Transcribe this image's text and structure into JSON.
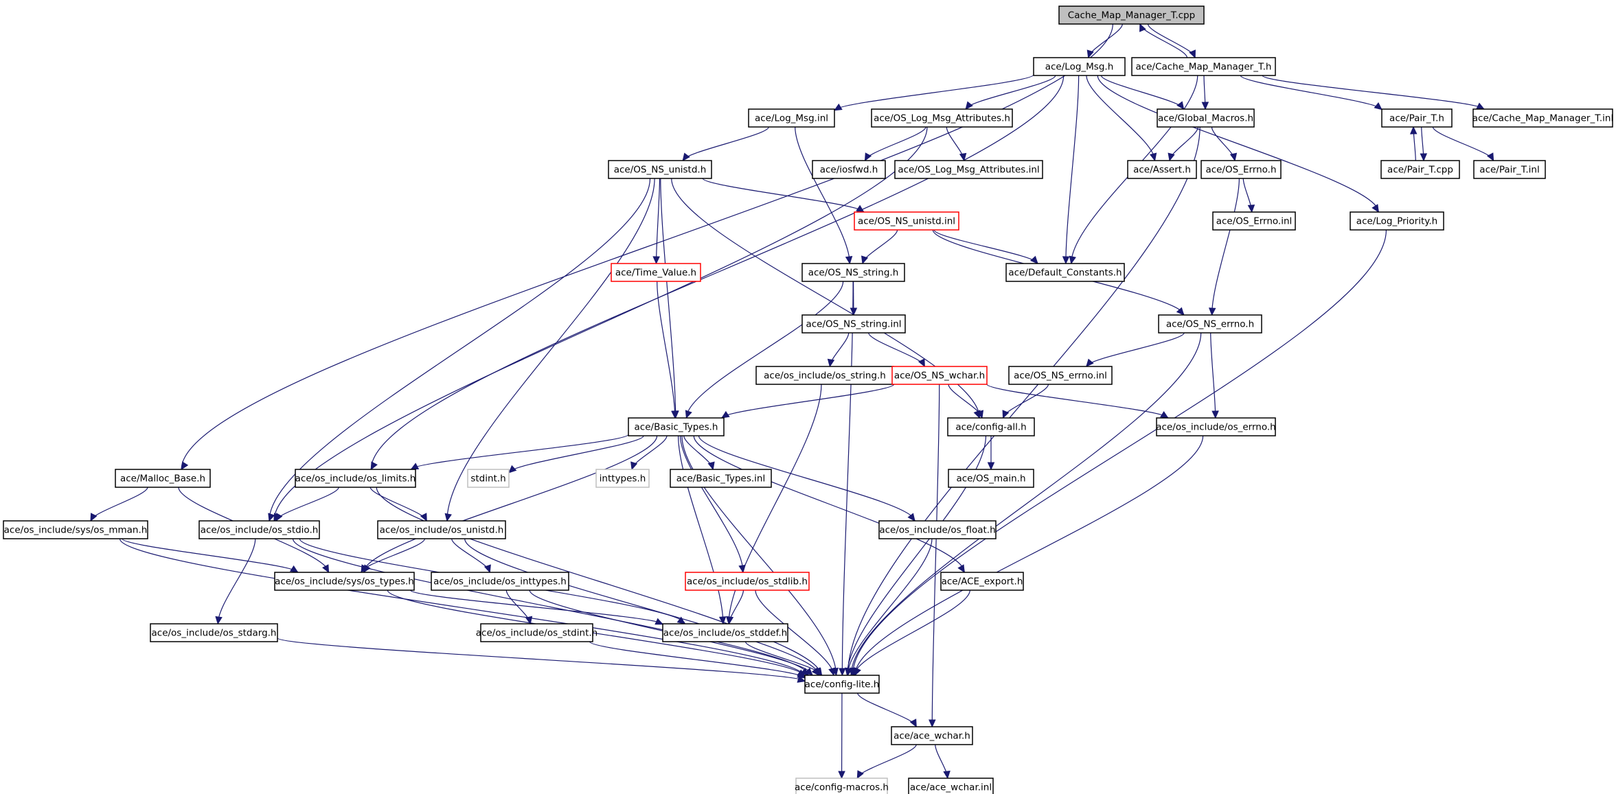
{
  "colors": {
    "edge": "#191970",
    "root_fill": "#bfbfbf",
    "node_border": "#000000",
    "truncated_border": "#ff0000",
    "external_border": "#bfbfbf"
  },
  "nodes": [
    {
      "id": "root",
      "label": "Cache_Map_Manager_T.cpp",
      "style": "root"
    },
    {
      "id": "log_msg_h",
      "label": "ace/Log_Msg.h",
      "style": "normal"
    },
    {
      "id": "cmm_h",
      "label": "ace/Cache_Map_Manager_T.h",
      "style": "normal"
    },
    {
      "id": "log_msg_inl",
      "label": "ace/Log_Msg.inl",
      "style": "normal"
    },
    {
      "id": "os_log_attr_h",
      "label": "ace/OS_Log_Msg_Attributes.h",
      "style": "normal"
    },
    {
      "id": "global_macros",
      "label": "ace/Global_Macros.h",
      "style": "normal"
    },
    {
      "id": "pair_h",
      "label": "ace/Pair_T.h",
      "style": "normal"
    },
    {
      "id": "cmm_inl",
      "label": "ace/Cache_Map_Manager_T.inl",
      "style": "normal"
    },
    {
      "id": "iosfwd",
      "label": "ace/iosfwd.h",
      "style": "normal"
    },
    {
      "id": "os_log_attr_inl",
      "label": "ace/OS_Log_Msg_Attributes.inl",
      "style": "normal"
    },
    {
      "id": "assert_h",
      "label": "ace/Assert.h",
      "style": "normal"
    },
    {
      "id": "os_errno_h",
      "label": "ace/OS_Errno.h",
      "style": "normal"
    },
    {
      "id": "pair_cpp",
      "label": "ace/Pair_T.cpp",
      "style": "normal"
    },
    {
      "id": "pair_inl",
      "label": "ace/Pair_T.inl",
      "style": "normal"
    },
    {
      "id": "os_ns_unistd_h",
      "label": "ace/OS_NS_unistd.h",
      "style": "normal"
    },
    {
      "id": "os_ns_unistd_inl",
      "label": "ace/OS_NS_unistd.inl",
      "style": "red"
    },
    {
      "id": "os_errno_inl",
      "label": "ace/OS_Errno.inl",
      "style": "normal"
    },
    {
      "id": "log_priority",
      "label": "ace/Log_Priority.h",
      "style": "normal"
    },
    {
      "id": "time_value",
      "label": "ace/Time_Value.h",
      "style": "red"
    },
    {
      "id": "os_ns_string_h",
      "label": "ace/OS_NS_string.h",
      "style": "normal"
    },
    {
      "id": "default_constants",
      "label": "ace/Default_Constants.h",
      "style": "normal"
    },
    {
      "id": "os_ns_string_inl",
      "label": "ace/OS_NS_string.inl",
      "style": "normal"
    },
    {
      "id": "os_ns_errno_h",
      "label": "ace/OS_NS_errno.h",
      "style": "normal"
    },
    {
      "id": "osinc_string",
      "label": "ace/os_include/os_string.h",
      "style": "normal"
    },
    {
      "id": "os_ns_wchar",
      "label": "ace/OS_NS_wchar.h",
      "style": "red"
    },
    {
      "id": "os_ns_errno_inl",
      "label": "ace/OS_NS_errno.inl",
      "style": "normal"
    },
    {
      "id": "basic_types_h",
      "label": "ace/Basic_Types.h",
      "style": "normal"
    },
    {
      "id": "config_all",
      "label": "ace/config-all.h",
      "style": "normal"
    },
    {
      "id": "osinc_errno",
      "label": "ace/os_include/os_errno.h",
      "style": "normal"
    },
    {
      "id": "malloc_base",
      "label": "ace/Malloc_Base.h",
      "style": "normal"
    },
    {
      "id": "osinc_limits",
      "label": "ace/os_include/os_limits.h",
      "style": "normal"
    },
    {
      "id": "stdint",
      "label": "stdint.h",
      "style": "grey"
    },
    {
      "id": "inttypes",
      "label": "inttypes.h",
      "style": "grey"
    },
    {
      "id": "basic_types_inl",
      "label": "ace/Basic_Types.inl",
      "style": "normal"
    },
    {
      "id": "os_main",
      "label": "ace/OS_main.h",
      "style": "normal"
    },
    {
      "id": "osinc_sys_mman",
      "label": "ace/os_include/sys/os_mman.h",
      "style": "normal"
    },
    {
      "id": "osinc_stdio",
      "label": "ace/os_include/os_stdio.h",
      "style": "normal"
    },
    {
      "id": "osinc_unistd",
      "label": "ace/os_include/os_unistd.h",
      "style": "normal"
    },
    {
      "id": "osinc_float",
      "label": "ace/os_include/os_float.h",
      "style": "normal"
    },
    {
      "id": "osinc_sys_types",
      "label": "ace/os_include/sys/os_types.h",
      "style": "normal"
    },
    {
      "id": "osinc_inttypes",
      "label": "ace/os_include/os_inttypes.h",
      "style": "normal"
    },
    {
      "id": "osinc_stdlib",
      "label": "ace/os_include/os_stdlib.h",
      "style": "red"
    },
    {
      "id": "ace_export",
      "label": "ace/ACE_export.h",
      "style": "normal"
    },
    {
      "id": "osinc_stdarg",
      "label": "ace/os_include/os_stdarg.h",
      "style": "normal"
    },
    {
      "id": "osinc_stdint",
      "label": "ace/os_include/os_stdint.h",
      "style": "normal"
    },
    {
      "id": "osinc_stddef",
      "label": "ace/os_include/os_stddef.h",
      "style": "normal"
    },
    {
      "id": "config_lite",
      "label": "ace/config-lite.h",
      "style": "normal"
    },
    {
      "id": "ace_wchar_h",
      "label": "ace/ace_wchar.h",
      "style": "normal"
    },
    {
      "id": "config_macros",
      "label": "ace/config-macros.h",
      "style": "grey"
    },
    {
      "id": "ace_wchar_inl",
      "label": "ace/ace_wchar.inl",
      "style": "normal"
    }
  ],
  "edges": [
    [
      "root",
      "log_msg_h"
    ],
    [
      "root",
      "cmm_h"
    ],
    [
      "root",
      "malloc_base"
    ],
    [
      "cmm_h",
      "root"
    ],
    [
      "cmm_h",
      "global_macros"
    ],
    [
      "cmm_h",
      "pair_h"
    ],
    [
      "cmm_h",
      "cmm_inl"
    ],
    [
      "cmm_h",
      "default_constants"
    ],
    [
      "log_msg_h",
      "log_msg_inl"
    ],
    [
      "log_msg_h",
      "os_log_attr_h"
    ],
    [
      "log_msg_h",
      "global_macros"
    ],
    [
      "log_msg_h",
      "assert_h"
    ],
    [
      "log_msg_h",
      "default_constants"
    ],
    [
      "log_msg_h",
      "log_priority"
    ],
    [
      "log_msg_h",
      "osinc_limits"
    ],
    [
      "log_msg_inl",
      "os_ns_unistd_h"
    ],
    [
      "log_msg_inl",
      "os_ns_string_h"
    ],
    [
      "os_log_attr_h",
      "iosfwd"
    ],
    [
      "os_log_attr_h",
      "os_log_attr_inl"
    ],
    [
      "os_log_attr_h",
      "osinc_stdio"
    ],
    [
      "global_macros",
      "assert_h"
    ],
    [
      "global_macros",
      "os_errno_h"
    ],
    [
      "global_macros",
      "config_lite"
    ],
    [
      "pair_h",
      "pair_cpp"
    ],
    [
      "pair_h",
      "pair_inl"
    ],
    [
      "pair_cpp",
      "pair_h"
    ],
    [
      "os_errno_h",
      "os_errno_inl"
    ],
    [
      "os_errno_h",
      "os_ns_errno_h"
    ],
    [
      "log_priority",
      "config_lite"
    ],
    [
      "os_ns_unistd_h",
      "os_ns_unistd_inl"
    ],
    [
      "os_ns_unistd_h",
      "time_value"
    ],
    [
      "os_ns_unistd_h",
      "basic_types_h"
    ],
    [
      "os_ns_unistd_h",
      "osinc_stdio"
    ],
    [
      "os_ns_unistd_h",
      "osinc_unistd"
    ],
    [
      "os_ns_unistd_h",
      "config_all"
    ],
    [
      "os_ns_unistd_inl",
      "os_ns_string_h"
    ],
    [
      "os_ns_unistd_inl",
      "default_constants"
    ],
    [
      "os_ns_unistd_inl",
      "os_ns_errno_h"
    ],
    [
      "time_value",
      "basic_types_h"
    ],
    [
      "os_ns_string_h",
      "os_ns_string_inl"
    ],
    [
      "os_ns_string_h",
      "basic_types_h"
    ],
    [
      "os_ns_string_h",
      "config_lite"
    ],
    [
      "os_ns_string_inl",
      "osinc_string"
    ],
    [
      "os_ns_string_inl",
      "os_ns_wchar"
    ],
    [
      "os_ns_errno_h",
      "os_ns_errno_inl"
    ],
    [
      "os_ns_errno_h",
      "osinc_errno"
    ],
    [
      "os_ns_errno_h",
      "config_lite"
    ],
    [
      "os_ns_errno_inl",
      "config_all"
    ],
    [
      "osinc_string",
      "osinc_stddef"
    ],
    [
      "os_ns_wchar",
      "basic_types_h"
    ],
    [
      "os_ns_wchar",
      "config_all"
    ],
    [
      "os_ns_wchar",
      "osinc_errno"
    ],
    [
      "os_ns_wchar",
      "ace_wchar_h"
    ],
    [
      "config_all",
      "os_main"
    ],
    [
      "config_all",
      "config_lite"
    ],
    [
      "osinc_errno",
      "config_lite"
    ],
    [
      "basic_types_h",
      "osinc_limits"
    ],
    [
      "basic_types_h",
      "stdint"
    ],
    [
      "basic_types_h",
      "inttypes"
    ],
    [
      "basic_types_h",
      "basic_types_inl"
    ],
    [
      "basic_types_h",
      "osinc_float"
    ],
    [
      "basic_types_h",
      "osinc_stdlib"
    ],
    [
      "basic_types_h",
      "ace_export"
    ],
    [
      "basic_types_h",
      "config_lite"
    ],
    [
      "basic_types_h",
      "osinc_sys_types"
    ],
    [
      "basic_types_h",
      "osinc_stddef"
    ],
    [
      "malloc_base",
      "osinc_sys_mman"
    ],
    [
      "malloc_base",
      "osinc_sys_types"
    ],
    [
      "osinc_limits",
      "osinc_stdio"
    ],
    [
      "osinc_limits",
      "osinc_unistd"
    ],
    [
      "osinc_limits",
      "config_lite"
    ],
    [
      "osinc_sys_mman",
      "osinc_sys_types"
    ],
    [
      "osinc_sys_mman",
      "config_lite"
    ],
    [
      "osinc_stdio",
      "osinc_stdarg"
    ],
    [
      "osinc_stdio",
      "osinc_stddef"
    ],
    [
      "osinc_stdio",
      "config_lite"
    ],
    [
      "osinc_unistd",
      "osinc_sys_types"
    ],
    [
      "osinc_unistd",
      "osinc_inttypes"
    ],
    [
      "osinc_unistd",
      "config_lite"
    ],
    [
      "osinc_float",
      "config_lite"
    ],
    [
      "osinc_sys_types",
      "osinc_stddef"
    ],
    [
      "osinc_sys_types",
      "config_lite"
    ],
    [
      "osinc_inttypes",
      "osinc_stdint"
    ],
    [
      "osinc_inttypes",
      "config_lite"
    ],
    [
      "osinc_stdlib",
      "osinc_stddef"
    ],
    [
      "osinc_stdlib",
      "config_lite"
    ],
    [
      "ace_export",
      "config_lite"
    ],
    [
      "osinc_stdarg",
      "config_lite"
    ],
    [
      "osinc_stdint",
      "config_lite"
    ],
    [
      "osinc_stddef",
      "config_lite"
    ],
    [
      "config_lite",
      "ace_wchar_h"
    ],
    [
      "config_lite",
      "config_macros"
    ],
    [
      "ace_wchar_h",
      "config_macros"
    ],
    [
      "ace_wchar_h",
      "ace_wchar_inl"
    ]
  ]
}
